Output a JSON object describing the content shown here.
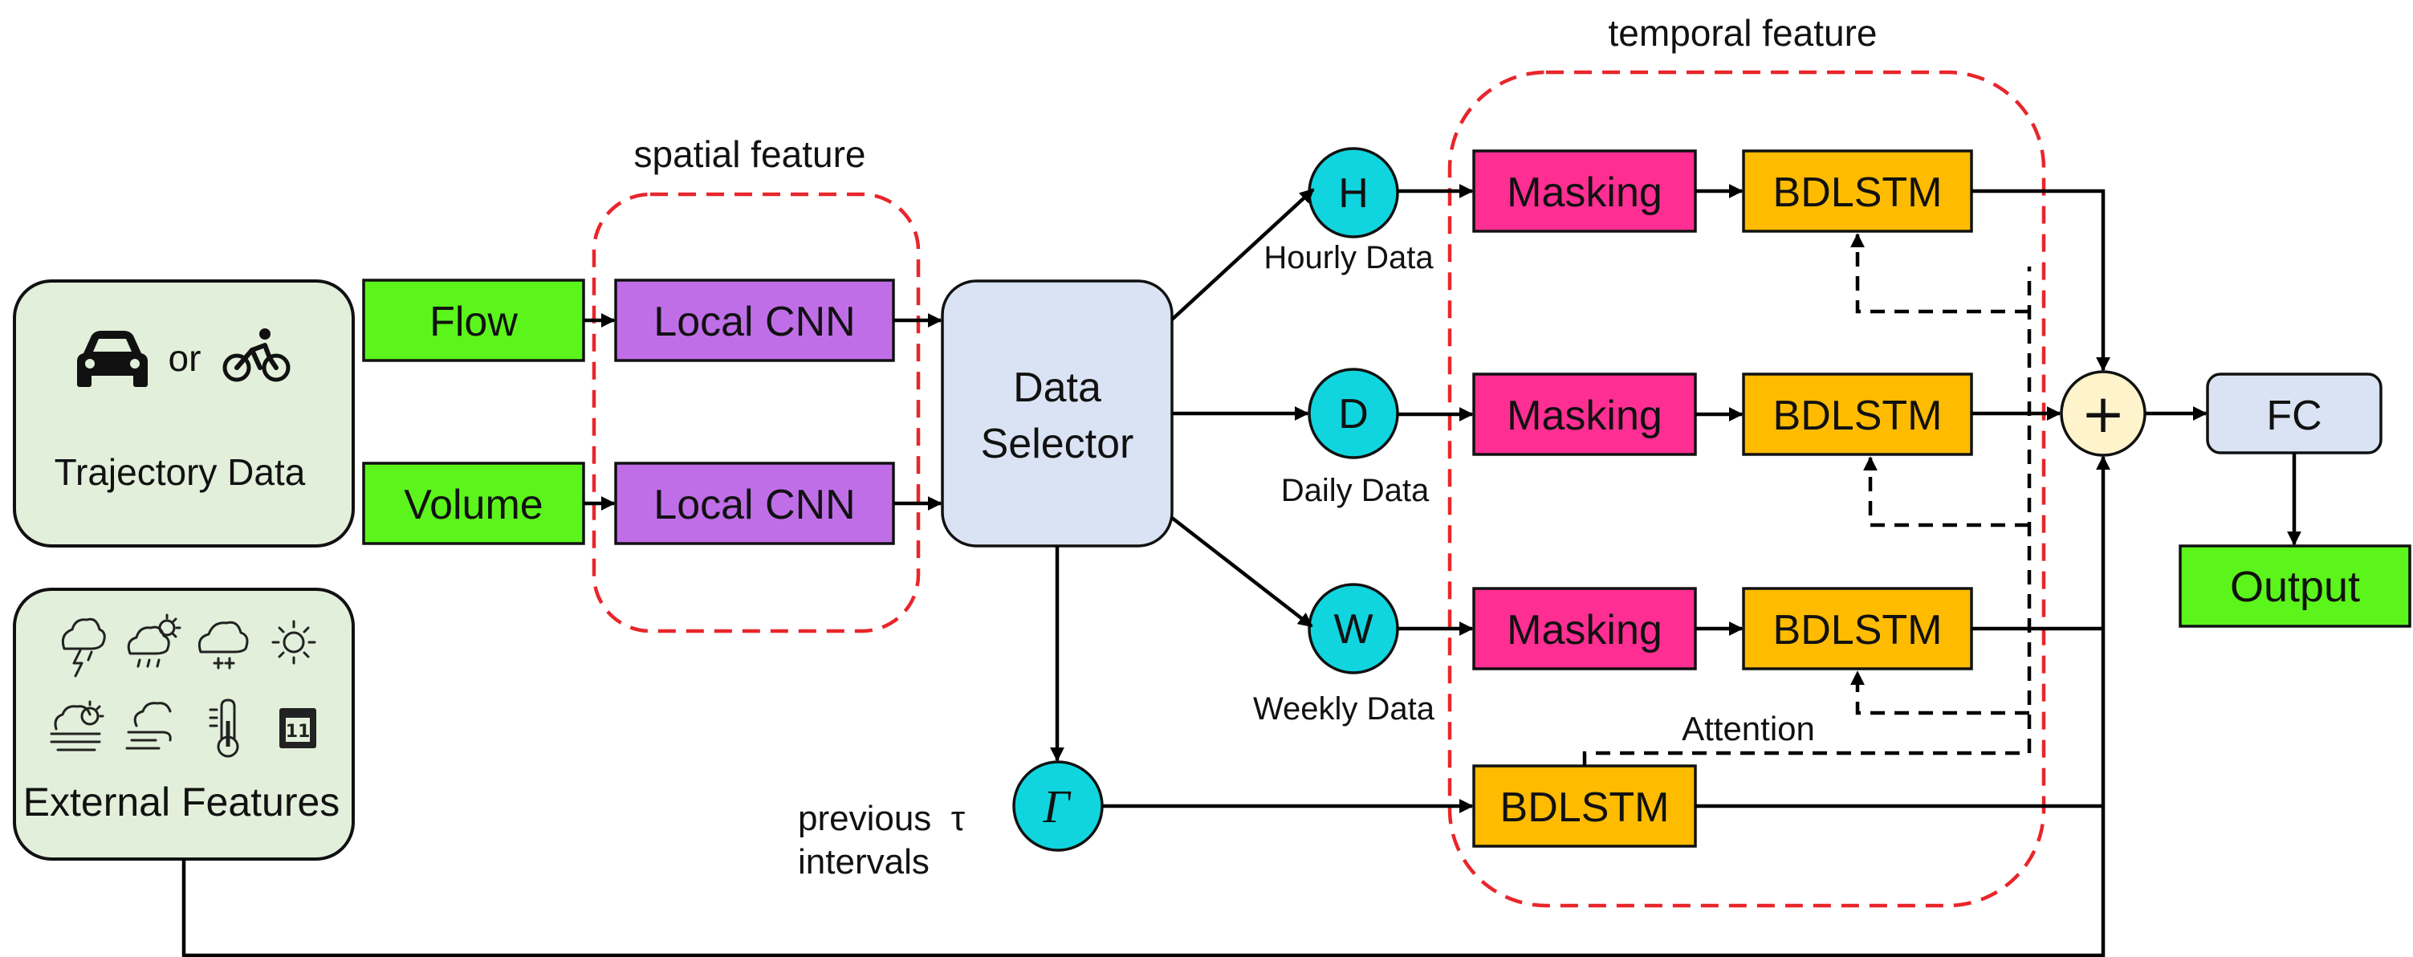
{
  "inputs": {
    "trajectory": {
      "or_text": "or",
      "label": "Trajectory Data"
    },
    "external": {
      "label": "External Features"
    }
  },
  "flow_label": "Flow",
  "volume_label": "Volume",
  "local_cnn_label": "Local CNN",
  "spatial_feature_label": "spatial feature",
  "temporal_feature_label": "temporal feature",
  "data_selector": {
    "line1": "Data",
    "line2": "Selector"
  },
  "nodes": {
    "hourly": "H",
    "daily": "D",
    "weekly": "W",
    "previous": "Γ"
  },
  "node_labels": {
    "hourly": "Hourly Data",
    "daily": "Daily Data",
    "weekly": "Weekly Data",
    "previous_line1": "previous  τ",
    "previous_line2": "intervals"
  },
  "masking_label": "Masking",
  "bdlstm_label": "BDLSTM",
  "attention_label": "Attention",
  "plus_symbol": "+",
  "fc_label": "FC",
  "output_label": "Output",
  "colors": {
    "green": "#5bf51c",
    "purple": "#c06ee8",
    "magenta": "#ff2e93",
    "orange": "#ffbb00",
    "cyan": "#10d5de",
    "selector": "#dae3f3",
    "input_box": "#e2efda",
    "plus": "#fff3cc",
    "red_dashed": "#e8262b"
  },
  "icons": [
    "car-icon",
    "bicycle-icon",
    "storm-icon",
    "partly-rainy-icon",
    "snow-icon",
    "sun-icon",
    "haze-icon",
    "wind-icon",
    "thermometer-icon",
    "calendar-icon"
  ]
}
